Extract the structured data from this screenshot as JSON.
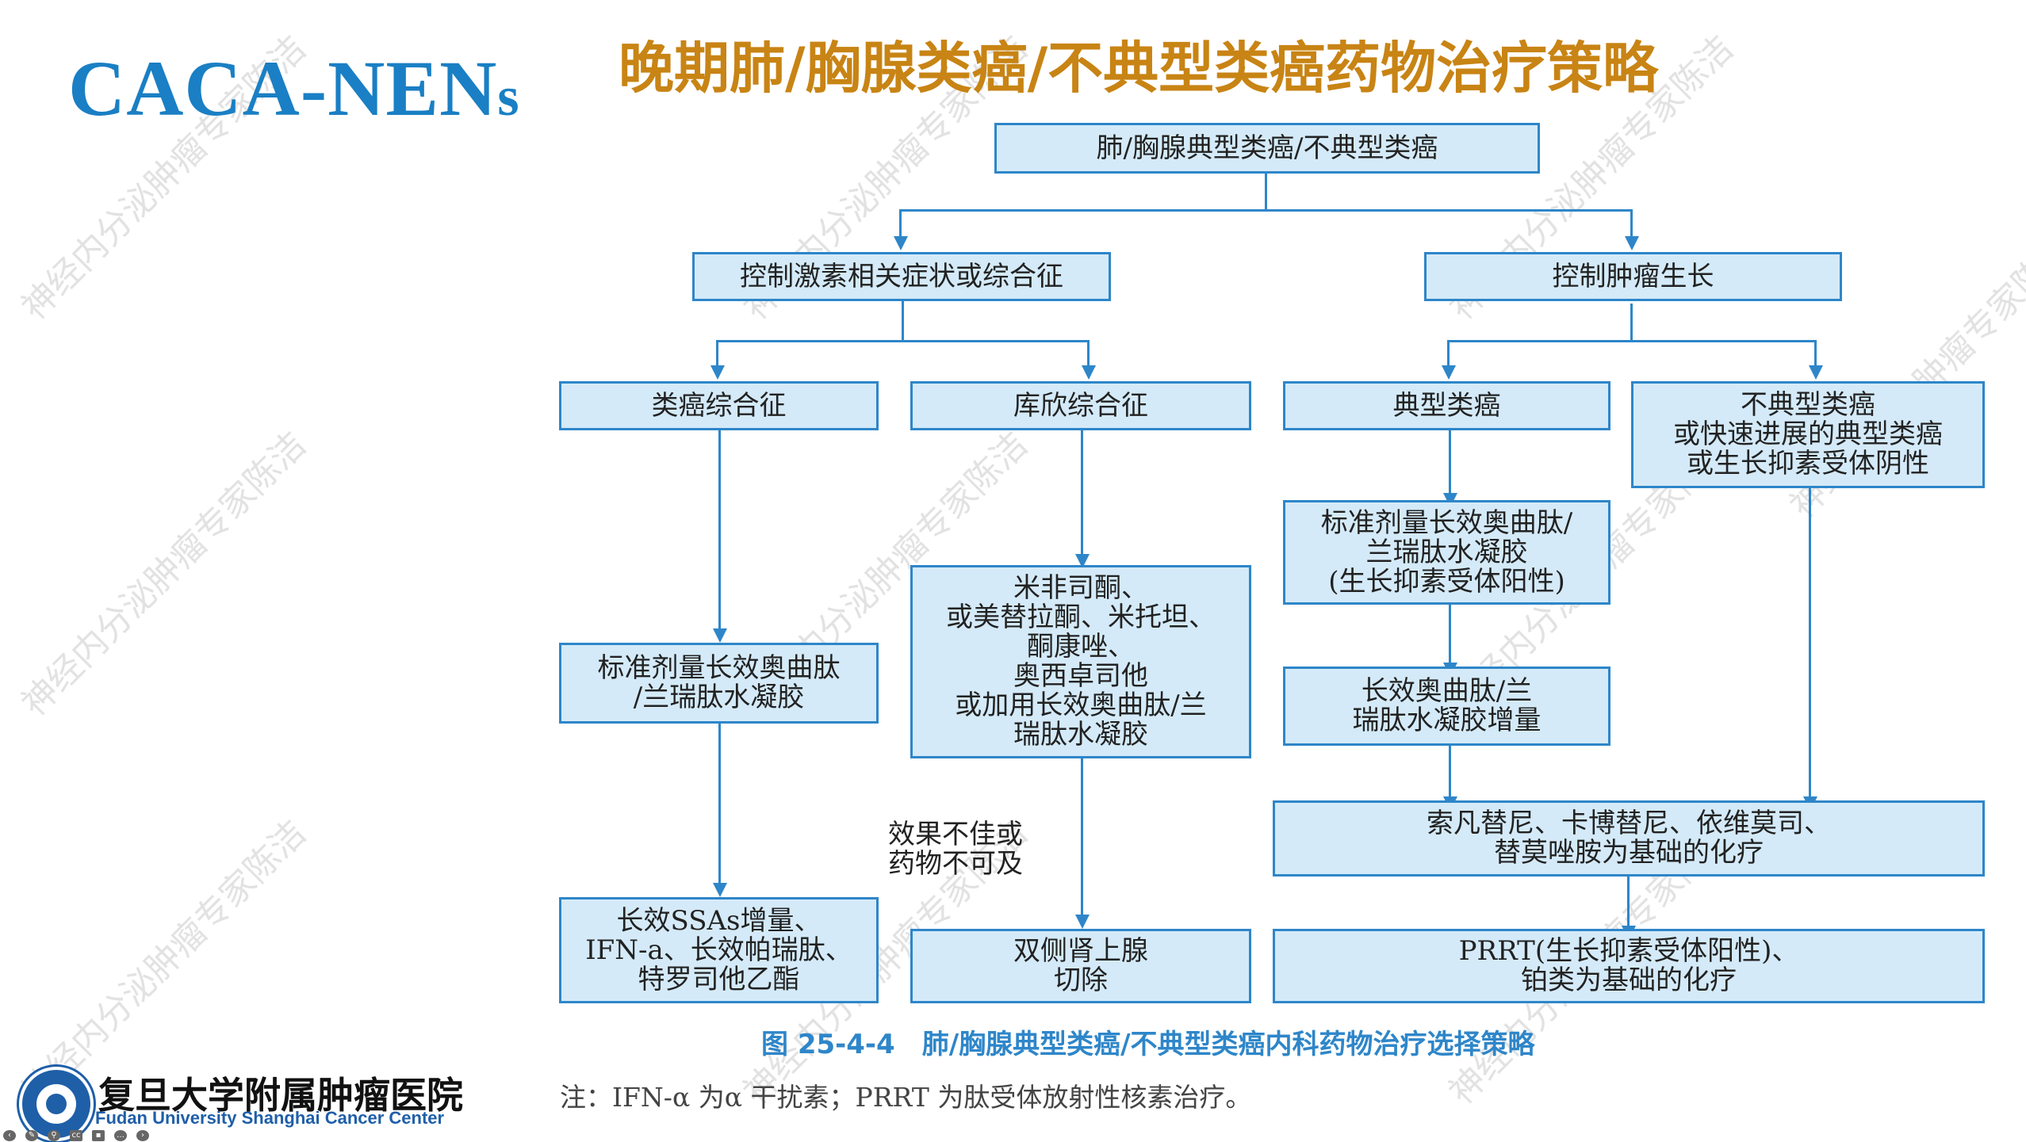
{
  "brand": {
    "main": "CACA-NEN",
    "suffix": "s"
  },
  "title": "晚期肺/胸腺类癌/不典型类癌药物治疗策略",
  "flow": {
    "root": "肺/胸腺典型类癌/不典型类癌",
    "left_branch": "控制激素相关症状或综合征",
    "right_branch": "控制肿瘤生长",
    "carcinoid_syndrome": "类癌综合征",
    "cushing_syndrome": "库欣综合征",
    "typical": "典型类癌",
    "atypical": "不典型类癌\n或快速进展的典型类癌\n或生长抑素受体阴性",
    "ssa_standard_left": "标准剂量长效奥曲肽\n/兰瑞肽水凝胶",
    "cushing_drugs": "米非司酮、\n或美替拉酮、米托坦、\n酮康唑、\n奥西卓司他\n或加用长效奥曲肽/兰\n瑞肽水凝胶",
    "ssa_standard_right": "标准剂量长效奥曲肽/\n兰瑞肽水凝胶\n(生长抑素受体阳性)",
    "ssa_increase": "长效奥曲肽/兰\n瑞肽水凝胶增量",
    "ssa_high": "长效SSAs增量、\nIFN-a、长效帕瑞肽、\n特罗司他乙酯",
    "targeted": "索凡替尼、卡博替尼、依维莫司、\n替莫唑胺为基础的化疗",
    "adrenalectomy": "双侧肾上腺\n切除",
    "prrt": "PRRT(生长抑素受体阳性)、\n铂类为基础的化疗",
    "ineffective_note": "效果不佳或\n药物不可及"
  },
  "caption": "图 25-4-4　肺/胸腺典型类癌/不典型类癌内科药物治疗选择策略",
  "footnote": "注：IFN-α 为α 干扰素；PRRT 为肽受体放射性核素治疗。",
  "logo": {
    "cn": "复旦大学附属肿瘤医院",
    "en": "Fudan University Shanghai Cancer Center"
  },
  "watermark": "神经内分泌肿瘤专家陈洁",
  "controls": [
    "‹",
    "✎",
    "⚲",
    "cc",
    "▪",
    "…",
    "›"
  ],
  "colors": {
    "brand": "#1a7fc4",
    "title": "#c88414",
    "box_fill": "#d4eaf8",
    "box_border": "#2e86c9"
  }
}
